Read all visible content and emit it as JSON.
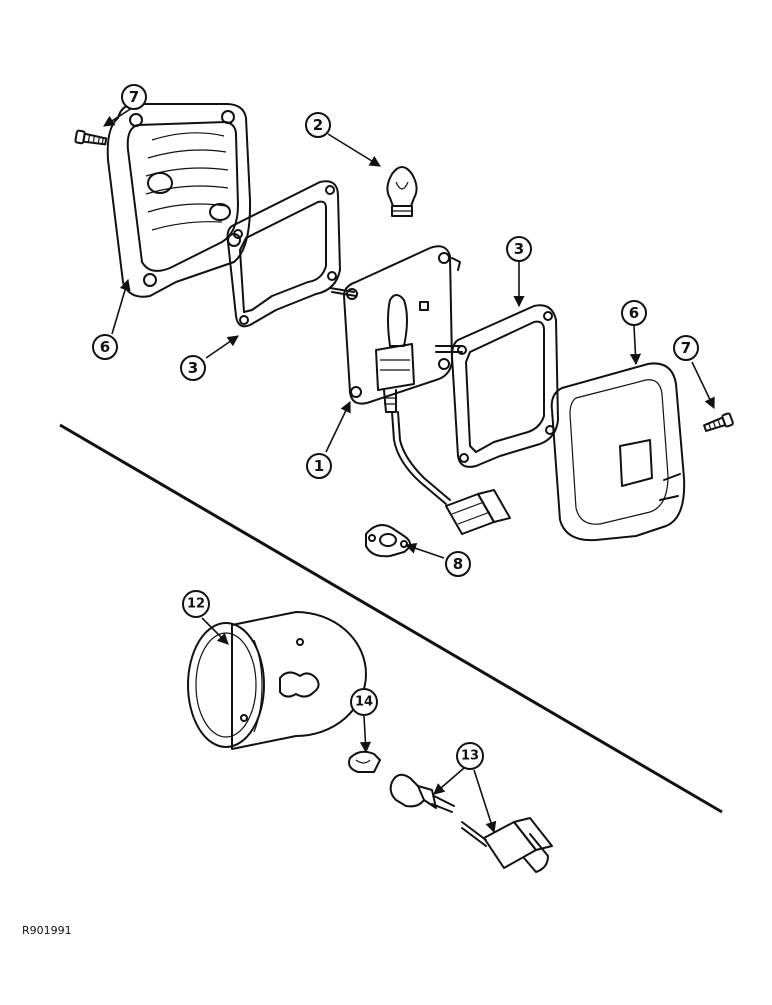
{
  "figure_id": "R901991",
  "callouts": [
    {
      "id": "c7a",
      "label": "7"
    },
    {
      "id": "c2",
      "label": "2"
    },
    {
      "id": "c6a",
      "label": "6"
    },
    {
      "id": "c3a",
      "label": "3"
    },
    {
      "id": "c3b",
      "label": "3"
    },
    {
      "id": "c6b",
      "label": "6"
    },
    {
      "id": "c7b",
      "label": "7"
    },
    {
      "id": "c1",
      "label": "1"
    },
    {
      "id": "c8",
      "label": "8"
    },
    {
      "id": "c12",
      "label": "12"
    },
    {
      "id": "c14",
      "label": "14"
    },
    {
      "id": "c13",
      "label": "13"
    }
  ]
}
